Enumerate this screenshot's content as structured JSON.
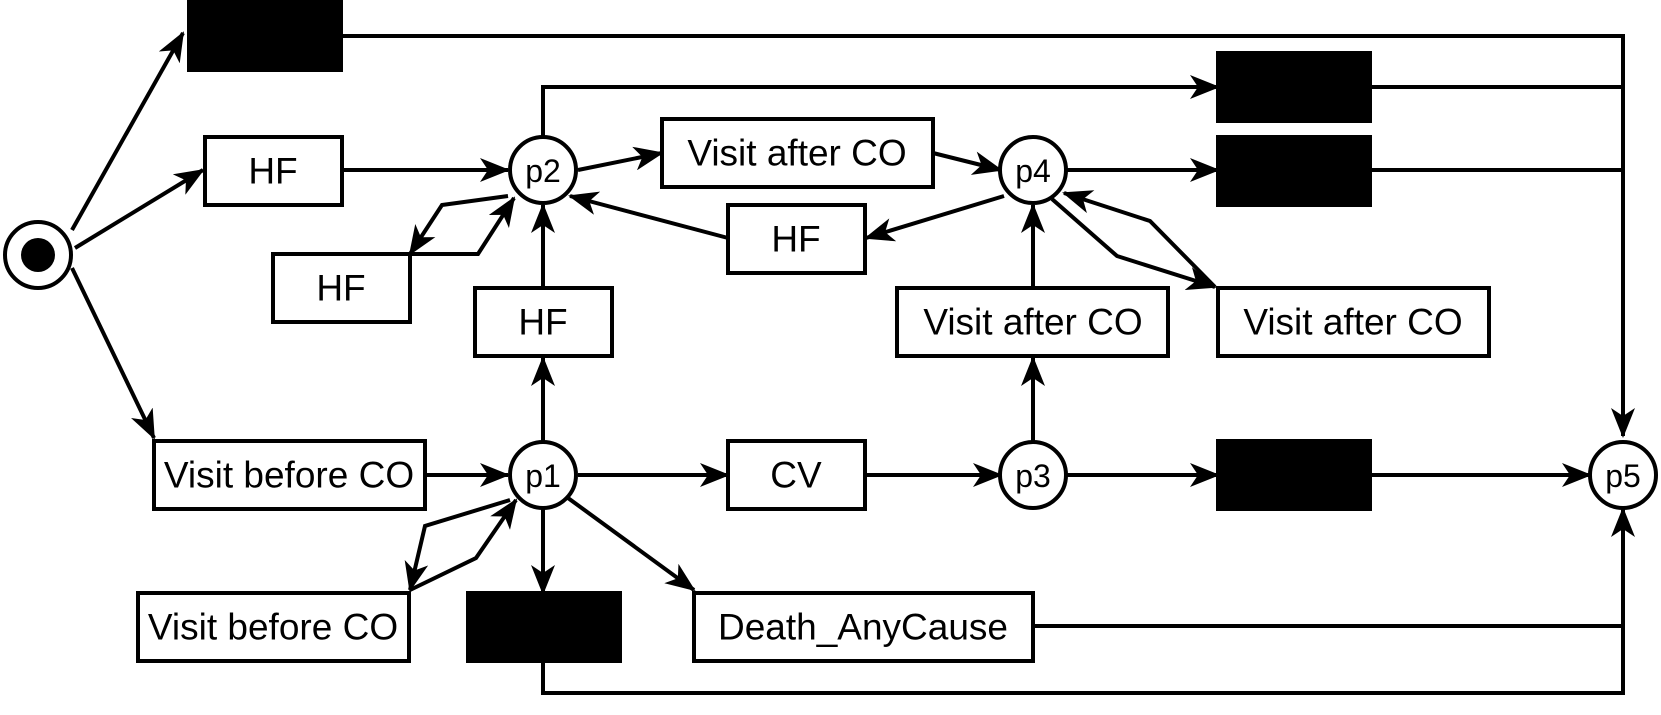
{
  "places": {
    "start": {
      "marked": true
    },
    "p1": {
      "label": "p1"
    },
    "p2": {
      "label": "p2"
    },
    "p3": {
      "label": "p3"
    },
    "p4": {
      "label": "p4"
    },
    "p5": {
      "label": "p5"
    }
  },
  "transitions": {
    "hf_top": {
      "label": "HF"
    },
    "hf_loop_p2": {
      "label": "HF"
    },
    "hf_p1_p2": {
      "label": "HF"
    },
    "hf_p4_p2": {
      "label": "HF"
    },
    "visit_after_co_p2_p4": {
      "label": "Visit after CO"
    },
    "visit_after_co_p3_p4": {
      "label": "Visit after CO"
    },
    "visit_after_co_loop_p4": {
      "label": "Visit after CO"
    },
    "visit_before_co": {
      "label": "Visit before CO"
    },
    "visit_before_co_loop": {
      "label": "Visit before CO"
    },
    "cv": {
      "label": "CV"
    },
    "death_anycause": {
      "label": "Death_AnyCause"
    },
    "silent_top": {
      "label": ""
    },
    "silent_p2_p5": {
      "label": ""
    },
    "silent_p4_p5": {
      "label": ""
    },
    "silent_p3_p5": {
      "label": ""
    },
    "silent_p1_p5": {
      "label": ""
    }
  },
  "colors": {
    "stroke": "#000000",
    "fill": "#ffffff",
    "silent_fill": "#000000"
  }
}
